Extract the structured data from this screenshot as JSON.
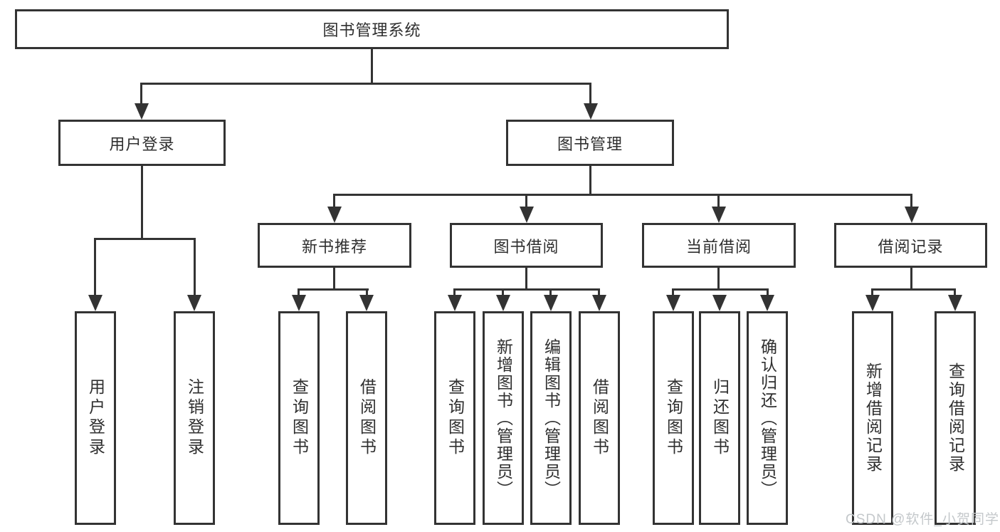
{
  "diagram_title": "图书管理系统",
  "watermark": "CSDN @软件_小贺同学",
  "colors": {
    "line": "#333333",
    "text": "#2f2f2f",
    "background": "#ffffff",
    "watermark": "#c4c8cb"
  },
  "nodes": {
    "root": "图书管理系统",
    "level1": [
      "用户登录",
      "图书管理"
    ],
    "level2": [
      "新书推荐",
      "图书借阅",
      "当前借阅",
      "借阅记录"
    ],
    "leaves": [
      "用户登录",
      "注销登录",
      "查询图书",
      "借阅图书",
      "查询图书",
      "新增图书（管理员）",
      "编辑图书（管理员）",
      "借阅图书",
      "查询图书",
      "归还图书",
      "确认归还（管理员）",
      "新增借阅记录",
      "查询借阅记录"
    ]
  }
}
